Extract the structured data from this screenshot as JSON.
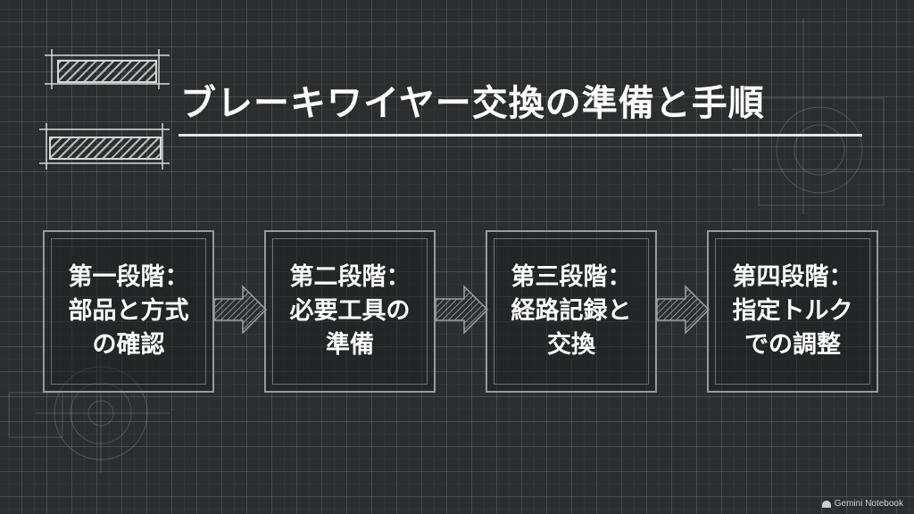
{
  "title": "ブレーキワイヤー交換の準備と手順",
  "steps": [
    {
      "lines": [
        "第一段階：",
        "部品と方式",
        "の確認"
      ]
    },
    {
      "lines": [
        "第二段階：",
        "必要工具の",
        "準備"
      ]
    },
    {
      "lines": [
        "第三段階：",
        "経路記録と",
        "交換"
      ]
    },
    {
      "lines": [
        "第四段階：",
        "指定トルク",
        "での調整"
      ]
    }
  ],
  "footer": {
    "brand": "Gemini Notebook"
  },
  "colors": {
    "background": "#2b2d2e",
    "box_border": "#9a9a9a",
    "text": "#ffffff",
    "arrow": "#8a8a8a"
  }
}
